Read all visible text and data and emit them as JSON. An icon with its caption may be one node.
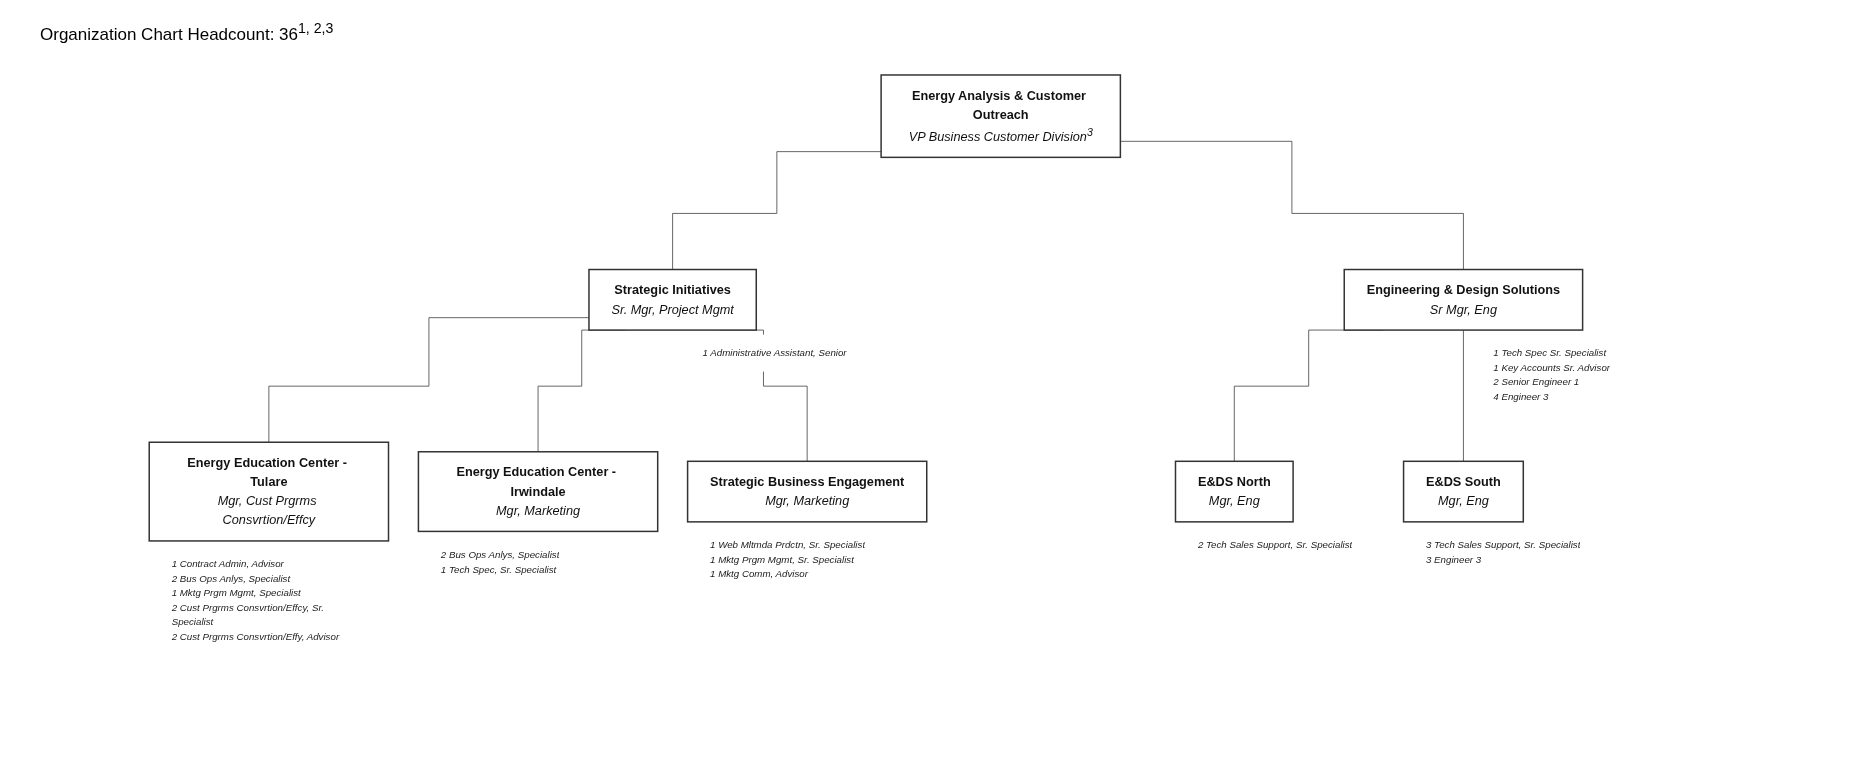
{
  "diagram": {
    "nodes": [
      {
        "text": [
          "Energy Analysis & Customer Outreach",
          "VP Business Customer Division$^{3}$"
        ]
      },
      {
        "text": [
          "Strategic Initiatives",
          "Sr. Mgr, Project Mgmt"
        ],
        "beside": [
          "1 Administrative Assistant, Senior"
        ]
      },
      {
        "text": [
          "Engineering & Design Solutions",
          "Sr Mgr, Eng"
        ],
        "beside": [
          "1 Tech Spec Sr. Specialist",
          "1 Key Accounts Sr. Advisor",
          "2 Senior Engineer 1",
          "4 Engineer 3"
        ]
      },
      {
        "text": [
          "Energy Education Center - Tulare",
          "Mgr, Cust Prgrms Consvrtion/Effcy"
        ],
        "beside": [
          "1 Contract Admin, Advisor",
          "2 Bus Ops Anlys, Specialist",
          "1 Mktg Prgm Mgmt, Specialist",
          "2 Cust Prgrms Consvrtion/Effcy, Sr. Specialist",
          "2 Cust Prgrms Consvrtion/Effy, Advisor"
        ]
      },
      {
        "text": [
          "Energy Education Center - Irwindale",
          "Mgr, Marketing"
        ],
        "beside": [
          "2 Bus Ops Anlys, Specialist",
          "1 Tech Spec, Sr. Specialist"
        ]
      },
      {
        "text": [
          "Strategic Business Engagement",
          "Mgr, Marketing"
        ],
        "beside": [
          "1 Web Mltmda Prdctn, Sr. Specialist",
          "1 Mktg Prgm Mgmt, Sr. Specialist",
          "1 Mktg Comm, Advisor"
        ]
      },
      {
        "text": [
          "E&DS North",
          "Mgr, Eng"
        ],
        "beside": [
          "2 Tech Sales Support, Sr. Specialist"
        ]
      },
      {
        "text": [
          "E&DS South",
          "Mgr, Eng"
        ],
        "beside": [
          "3 Tech Sales Support, Sr. Specialist",
          "3 Engineer 3"
        ]
      }
    ],
    "edges": [
      {
        "from": 0,
        "to": 1,
        "arrow": "none"
      },
      {
        "from": 0,
        "to": 2,
        "arrow": "none"
      },
      {
        "from": 1,
        "to": 3,
        "arrow": "none"
      },
      {
        "from": 1,
        "to": 4,
        "arrow": "none"
      },
      {
        "from": 1,
        "to": 5,
        "arrow": "none"
      },
      {
        "from": 2,
        "to": 6,
        "arrow": "none"
      },
      {
        "from": 2,
        "to": 7,
        "arrow": "none"
      }
    ],
    "labels": [
      "Organization Chart Headcount: 36$^{1, 2,3}$"
    ]
  }
}
